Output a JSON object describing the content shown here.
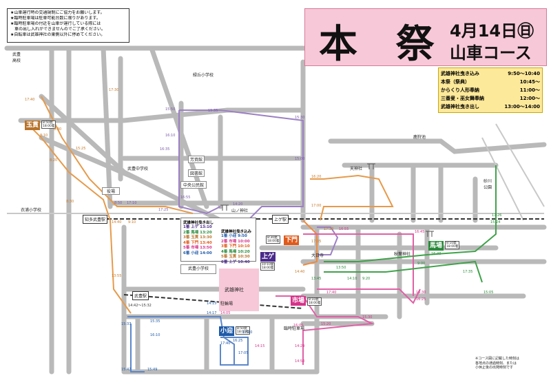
{
  "notice": [
    "★山車運行時の交通規制にご協力をお願いします。",
    "★臨時駐車場は駐車可能台数に限りがあります。",
    "★臨時駐車場の付近を山車が運行している際には",
    "　車の出し入れができませんのでご了承ください。",
    "★自転車は武雄神社の東側以外に停めてください。"
  ],
  "title": {
    "main": "本 祭",
    "date": "4月14日㊐",
    "course": "山車コース"
  },
  "schedule": [
    {
      "event": "武雄神社曳き込み",
      "time": "9:50〜10:40"
    },
    {
      "event": "本祭（祭典）",
      "time": "10:45〜"
    },
    {
      "event": "からくり人形奉納",
      "time": "11:00〜"
    },
    {
      "event": "三番叟・巫女舞奉納",
      "time": "12:00〜"
    },
    {
      "event": "武雄神社曳き出し",
      "time": "13:00〜14:00"
    }
  ],
  "places": {
    "taketoyo_high": "武豊高校",
    "midorigaoka": "緑丘小学校",
    "taketoyo_jhs": "武豊中学校",
    "shiyakuba": "役場",
    "kinuura": "衣浦小学校",
    "chita_station": "知多武豊駅",
    "uwa_station": "上ゲ駅",
    "taketoyo_station": "武豊駅",
    "taketoyo_es": "武豊小学校",
    "kyoudo": "芳資館",
    "library": "図書館",
    "community": "中央公民館",
    "takeo_shrine": "武雄神社",
    "yamanokami": "山ノ神社",
    "tenjin": "天神社",
    "akiba": "秋葉神社",
    "dainichiji": "大日寺",
    "kashima": "鹿狩池",
    "sunagawa": "砂川公園",
    "kaizuka_parking": "駐輪場",
    "temp_parking": "臨時駐車場",
    "ukaiba": "臨時駐車場"
  },
  "floats": [
    {
      "name": "玉貫",
      "color": "#b8732a",
      "info": [
        "8:50発",
        "18:00着"
      ]
    },
    {
      "name": "下門",
      "color": "#e05a1a",
      "info": [
        "8:30発",
        "18:00着"
      ]
    },
    {
      "name": "上ゲ",
      "color": "#4a2a8a",
      "info": [
        "10:10発",
        "18:00着"
      ]
    },
    {
      "name": "市場",
      "color": "#d6338a",
      "info": [
        "8:10発",
        "18:00着"
      ]
    },
    {
      "name": "小迎",
      "color": "#1f5aa8",
      "info": [
        "8:50発",
        "18:00着"
      ]
    },
    {
      "name": "馬場",
      "color": "#2a8a3a",
      "info": [
        "8:10発",
        "18:00着"
      ]
    }
  ],
  "leave": {
    "title": "武雄神社曳き出し",
    "rows": [
      {
        "text": "1番 上ゲ 13:10",
        "color": "#4a2a8a"
      },
      {
        "text": "2番 馬場 13:20",
        "color": "#2a8a3a"
      },
      {
        "text": "3番 玉貫 13:30",
        "color": "#b8732a"
      },
      {
        "text": "4番 下門 13:40",
        "color": "#e05a1a"
      },
      {
        "text": "5番 市場 13:50",
        "color": "#d6338a"
      },
      {
        "text": "6番 小迎 14:00",
        "color": "#1f5aa8"
      }
    ]
  },
  "enter": {
    "title": "武雄神社曳き込み",
    "rows": [
      {
        "text": "1番 小迎 9:50",
        "color": "#1f5aa8"
      },
      {
        "text": "2番 市場 10:00",
        "color": "#d6338a"
      },
      {
        "text": "3番 下門 10:10",
        "color": "#e05a1a"
      },
      {
        "text": "4番 馬場 10:20",
        "color": "#2a8a3a"
      },
      {
        "text": "5番 玉貫 10:30",
        "color": "#b8732a"
      },
      {
        "text": "6番 上ゲ 10:40",
        "color": "#4a2a8a"
      }
    ]
  },
  "times": {
    "t1730": "17:30",
    "t1740": "17:40",
    "t830": "8:30",
    "t810": "8:10",
    "t1525": "15:25",
    "t820": "8:20",
    "t830b": "8:30",
    "t1550": "15:50",
    "t1535": "15:35",
    "t1530": "15:30",
    "t1610": "16:10",
    "t1635": "16:35",
    "t1500": "15:00",
    "t850": "8:50",
    "t1710": "17:10",
    "t1725": "17:25",
    "t910": "9:10",
    "t1440": "14:40",
    "t1655": "16:55",
    "t1420": "14:20",
    "t1620": "16:20",
    "t1700": "17:00",
    "t1730b": "17:30",
    "t1655b": "16:55",
    "t1645": "16:45",
    "t1705": "17:05",
    "t1640": "16:40",
    "t900": "9:00",
    "t1735": "17:35",
    "t1726": "17:26",
    "t1524": "15:24",
    "t1345": "13:45",
    "t1350": "13:50",
    "t1410": "14:10",
    "t920": "9:20",
    "t1440b": "14:40",
    "t1740b": "17:40",
    "t1630": "16:30",
    "t1625": "16:25",
    "t1505": "15:05",
    "t1555": "13:55",
    "t1442": "14:42〜15:32",
    "t1415": "14:15",
    "t1417": "14:17",
    "t1405": "14:05",
    "t1537": "15:37",
    "t1535b": "15:35",
    "t1610b": "16:10",
    "t1740c": "17:40",
    "t1625b": "16:25",
    "t1705b": "17:05",
    "t1547": "15:47",
    "t1549": "15:49",
    "t1520": "15:20",
    "t1530b": "15:30",
    "t1600": "16:00",
    "t1429": "14:29",
    "t1450": "14:50",
    "t1415b": "14:15",
    "t1710b": "17:10"
  },
  "footnote": [
    "※コース図に記載した時刻は",
    "各地点の通過時刻、または",
    "小休止後の出発時刻です"
  ]
}
